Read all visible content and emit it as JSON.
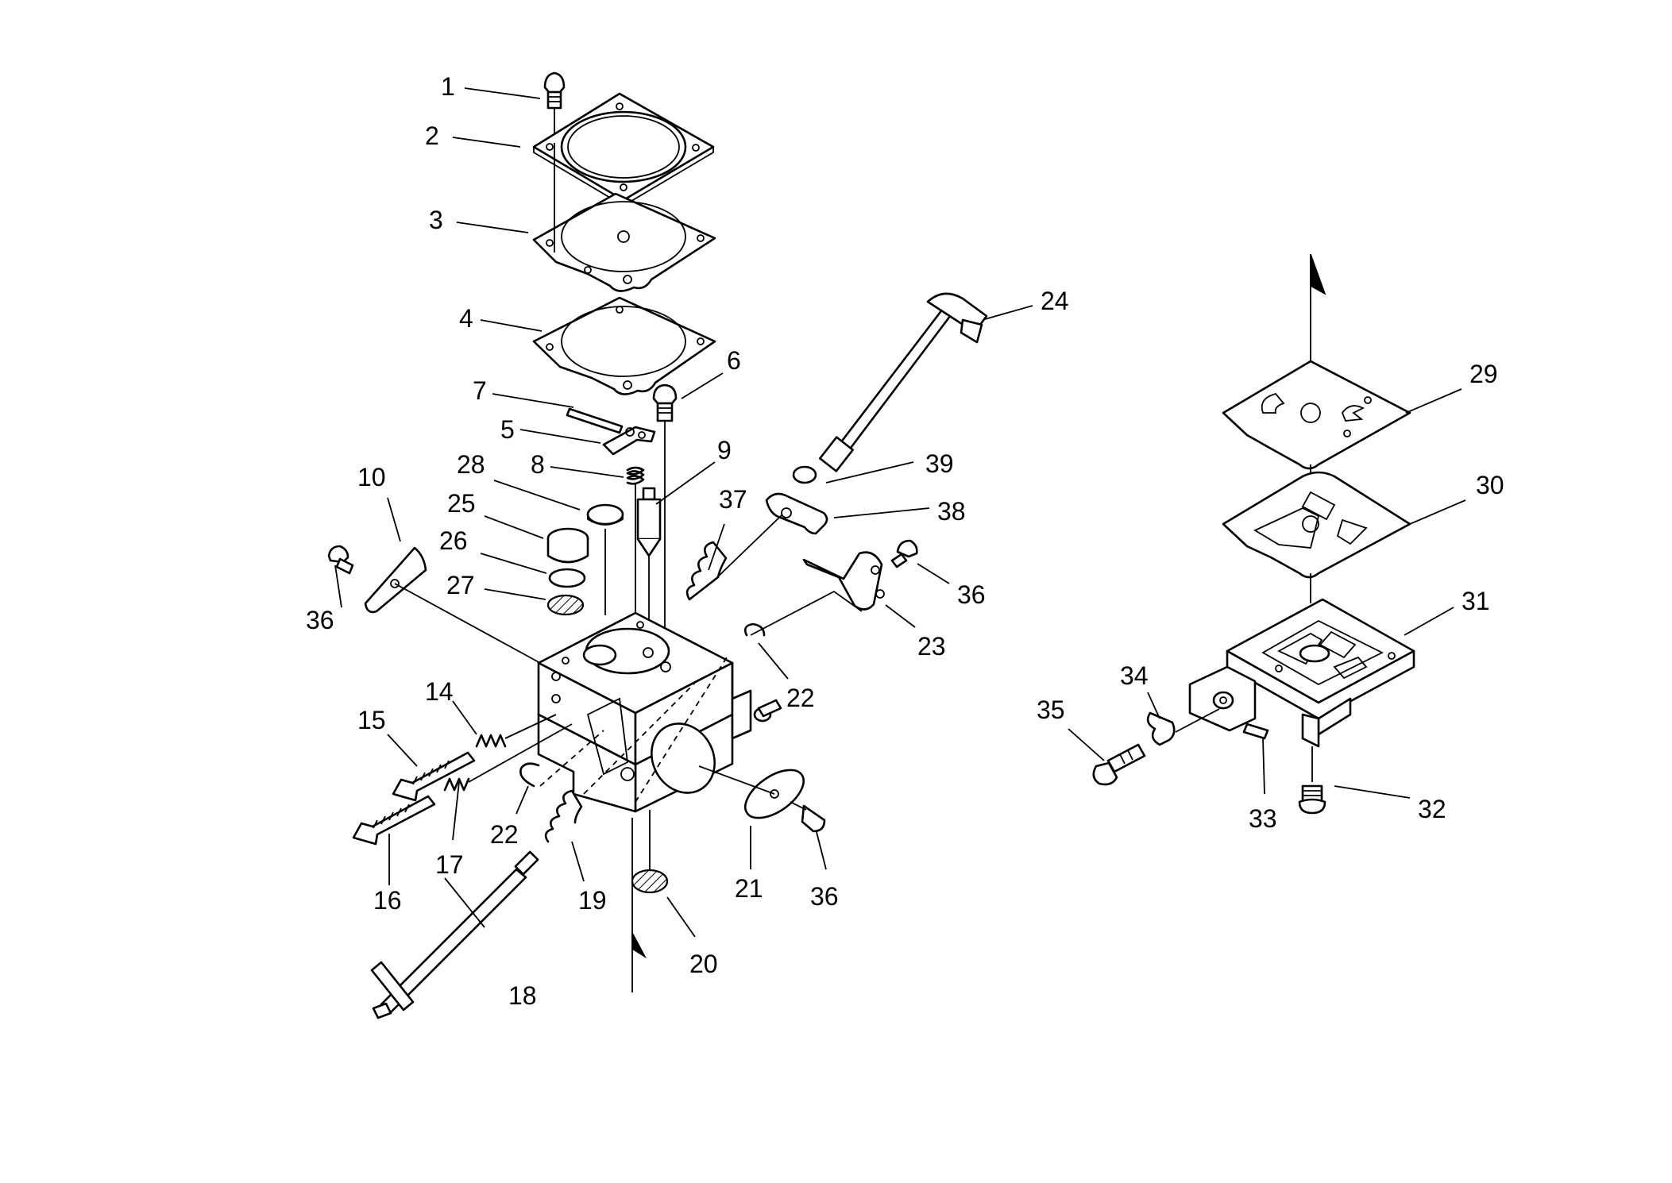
{
  "callouts": [
    {
      "id": "c1",
      "label": "1"
    },
    {
      "id": "c2",
      "label": "2"
    },
    {
      "id": "c3",
      "label": "3"
    },
    {
      "id": "c4",
      "label": "4"
    },
    {
      "id": "c5",
      "label": "5"
    },
    {
      "id": "c6",
      "label": "6"
    },
    {
      "id": "c7",
      "label": "7"
    },
    {
      "id": "c8",
      "label": "8"
    },
    {
      "id": "c9",
      "label": "9"
    },
    {
      "id": "c10",
      "label": "10"
    },
    {
      "id": "c14",
      "label": "14"
    },
    {
      "id": "c15",
      "label": "15"
    },
    {
      "id": "c16",
      "label": "16"
    },
    {
      "id": "c17",
      "label": "17"
    },
    {
      "id": "c18",
      "label": "18"
    },
    {
      "id": "c19",
      "label": "19"
    },
    {
      "id": "c20",
      "label": "20"
    },
    {
      "id": "c21",
      "label": "21"
    },
    {
      "id": "c22a",
      "label": "22"
    },
    {
      "id": "c22b",
      "label": "22"
    },
    {
      "id": "c23",
      "label": "23"
    },
    {
      "id": "c24",
      "label": "24"
    },
    {
      "id": "c25",
      "label": "25"
    },
    {
      "id": "c26",
      "label": "26"
    },
    {
      "id": "c27",
      "label": "27"
    },
    {
      "id": "c28",
      "label": "28"
    },
    {
      "id": "c29",
      "label": "29"
    },
    {
      "id": "c30",
      "label": "30"
    },
    {
      "id": "c31",
      "label": "31"
    },
    {
      "id": "c32",
      "label": "32"
    },
    {
      "id": "c33",
      "label": "33"
    },
    {
      "id": "c34",
      "label": "34"
    },
    {
      "id": "c35",
      "label": "35"
    },
    {
      "id": "c36a",
      "label": "36"
    },
    {
      "id": "c36b",
      "label": "36"
    },
    {
      "id": "c36c",
      "label": "36"
    },
    {
      "id": "c37",
      "label": "37"
    },
    {
      "id": "c38",
      "label": "38"
    },
    {
      "id": "c39",
      "label": "39"
    }
  ]
}
